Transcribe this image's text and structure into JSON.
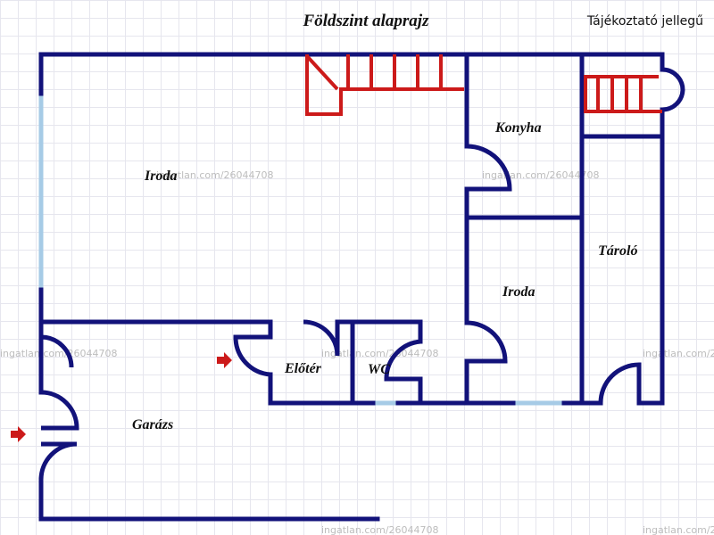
{
  "plan": {
    "title": "Földszint alaprajz",
    "subtitle": "Tájékoztató jellegű",
    "rooms": {
      "iroda_large": "Iroda",
      "konyha": "Konyha",
      "tarolo": "Tároló",
      "iroda_small": "Iroda",
      "eloter": "Előtér",
      "wc": "WC",
      "garazs": "Garázs"
    },
    "watermark": "ingatlan.com/26044708",
    "colors": {
      "wall": "#12127a",
      "stairs": "#cc1a1a",
      "window": "#a6cbe6",
      "entrance_arrow": "#cc1a1a",
      "grid": "#e6e6ee"
    }
  }
}
